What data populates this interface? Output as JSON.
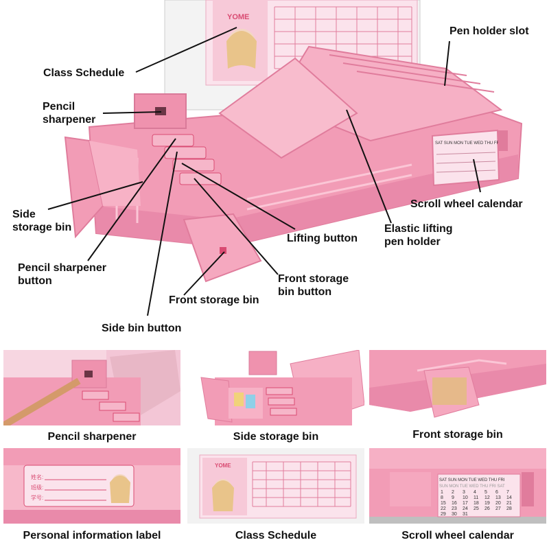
{
  "main_labels": {
    "class_schedule": "Class Schedule",
    "pencil_sharpener": "Pencil\nsharpener",
    "pen_holder_slot": "Pen holder slot",
    "side_storage_bin": "Side\nstorage bin",
    "pencil_sharpener_button": "Pencil sharpener\nbutton",
    "front_storage_bin": "Front storage bin",
    "side_bin_button": "Side bin button",
    "lifting_button": "Lifting button",
    "front_storage_bin_button": "Front storage\nbin button",
    "elastic_lifting_pen_holder": "Elastic lifting\npen holder",
    "scroll_wheel_calendar": "Scroll wheel calendar"
  },
  "product_text": {
    "brand": "YOME",
    "calendar_days": "SAT SUN MON TUE WED THU FRI",
    "calendar_days_alt": "SUN MON TUE WED THU FRI SAT",
    "label_fields": [
      "姓名:",
      "班级:",
      "学号:"
    ]
  },
  "calendar_numbers": [
    "1",
    "2",
    "3",
    "4",
    "5",
    "6",
    "7",
    "8",
    "9",
    "10",
    "11",
    "12",
    "13",
    "14",
    "15",
    "16",
    "17",
    "18",
    "19",
    "20",
    "21",
    "22",
    "23",
    "24",
    "25",
    "26",
    "27",
    "28",
    "29",
    "30",
    "31"
  ],
  "thumbnails": [
    {
      "caption": "Pencil sharpener"
    },
    {
      "caption": "Side storage bin"
    },
    {
      "caption": "Front storage bin"
    },
    {
      "caption": "Personal information label"
    },
    {
      "caption": "Class Schedule"
    },
    {
      "caption": "Scroll wheel calendar"
    }
  ],
  "colors": {
    "case_pink": "#f29cb6",
    "case_dark": "#e07c9c",
    "case_light": "#fbc6d6",
    "inside": "#f7b2c6",
    "schedule_paper": "#fbe3ec",
    "button_red": "#d94b72",
    "leader_line": "#111111"
  }
}
